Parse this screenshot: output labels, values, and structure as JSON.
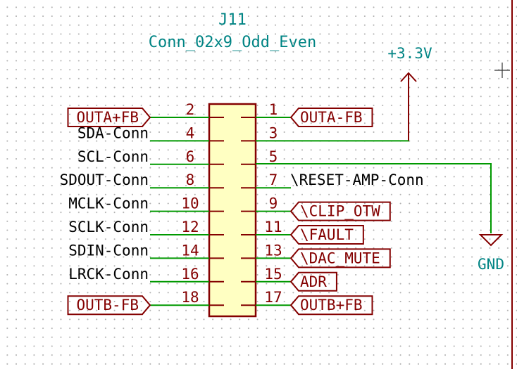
{
  "component": {
    "reference": "J11",
    "value": "Conn_02x9_Odd_Even"
  },
  "power": {
    "vcc_label": "+3.3V",
    "gnd_label": "GND"
  },
  "left_pins": [
    {
      "number": "2",
      "net": "OUTA+FB",
      "style": "label"
    },
    {
      "number": "4",
      "net": "SDA-Conn",
      "style": "text"
    },
    {
      "number": "6",
      "net": "SCL-Conn",
      "style": "text"
    },
    {
      "number": "8",
      "net": "SDOUT-Conn",
      "style": "text"
    },
    {
      "number": "10",
      "net": "MCLK-Conn",
      "style": "text"
    },
    {
      "number": "12",
      "net": "SCLK-Conn",
      "style": "text"
    },
    {
      "number": "14",
      "net": "SDIN-Conn",
      "style": "text"
    },
    {
      "number": "16",
      "net": "LRCK-Conn",
      "style": "text"
    },
    {
      "number": "18",
      "net": "OUTB-FB",
      "style": "label"
    }
  ],
  "right_pins": [
    {
      "number": "1",
      "net": "OUTA-FB",
      "style": "label"
    },
    {
      "number": "3",
      "net": "",
      "style": "vcc"
    },
    {
      "number": "5",
      "net": "",
      "style": "gnd"
    },
    {
      "number": "7",
      "net": "\\RESET-AMP-Conn",
      "style": "text"
    },
    {
      "number": "9",
      "net": "\\CLIP_OTW",
      "style": "label"
    },
    {
      "number": "11",
      "net": "\\FAULT",
      "style": "label"
    },
    {
      "number": "13",
      "net": "\\DAC_MUTE",
      "style": "label"
    },
    {
      "number": "15",
      "net": "ADR",
      "style": "label"
    },
    {
      "number": "17",
      "net": "OUTB+FB",
      "style": "label"
    }
  ],
  "colors": {
    "wire": "#009900",
    "pin": "#840000",
    "body_fill": "#ffffc2",
    "body_stroke": "#840000",
    "label": "#840000",
    "power": "#840000",
    "field_text": "#008484",
    "page_border": "#840000"
  }
}
